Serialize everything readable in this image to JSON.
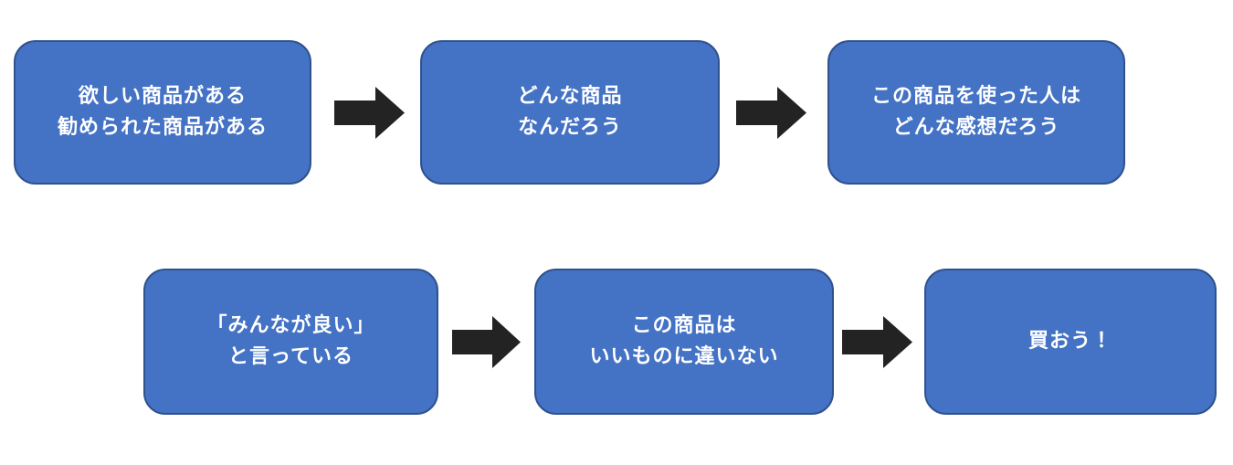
{
  "diagram": {
    "description_title": "purchase-decision-flow",
    "boxes": [
      {
        "lines": [
          "欲しい商品がある",
          "勧められた商品がある"
        ]
      },
      {
        "lines": [
          "どんな商品",
          "なんだろう"
        ]
      },
      {
        "lines": [
          "この商品を使った人は",
          "どんな感想だろう"
        ]
      },
      {
        "lines": [
          "「みんなが良い」",
          "と言っている"
        ]
      },
      {
        "lines": [
          "この商品は",
          "いいものに違いない"
        ]
      },
      {
        "lines": [
          "買おう！"
        ]
      }
    ],
    "arrows": [
      {
        "from": 1,
        "to": 2,
        "direction": "right"
      },
      {
        "from": 2,
        "to": 3,
        "direction": "right"
      },
      {
        "from": 4,
        "to": 5,
        "direction": "right"
      },
      {
        "from": 5,
        "to": 6,
        "direction": "right"
      }
    ]
  },
  "colors": {
    "bg": "#ffffff",
    "box_fill": "#4472c4",
    "box_border": "#2f528f",
    "arrow_color": "#232323",
    "text_color": "#ffffff"
  }
}
